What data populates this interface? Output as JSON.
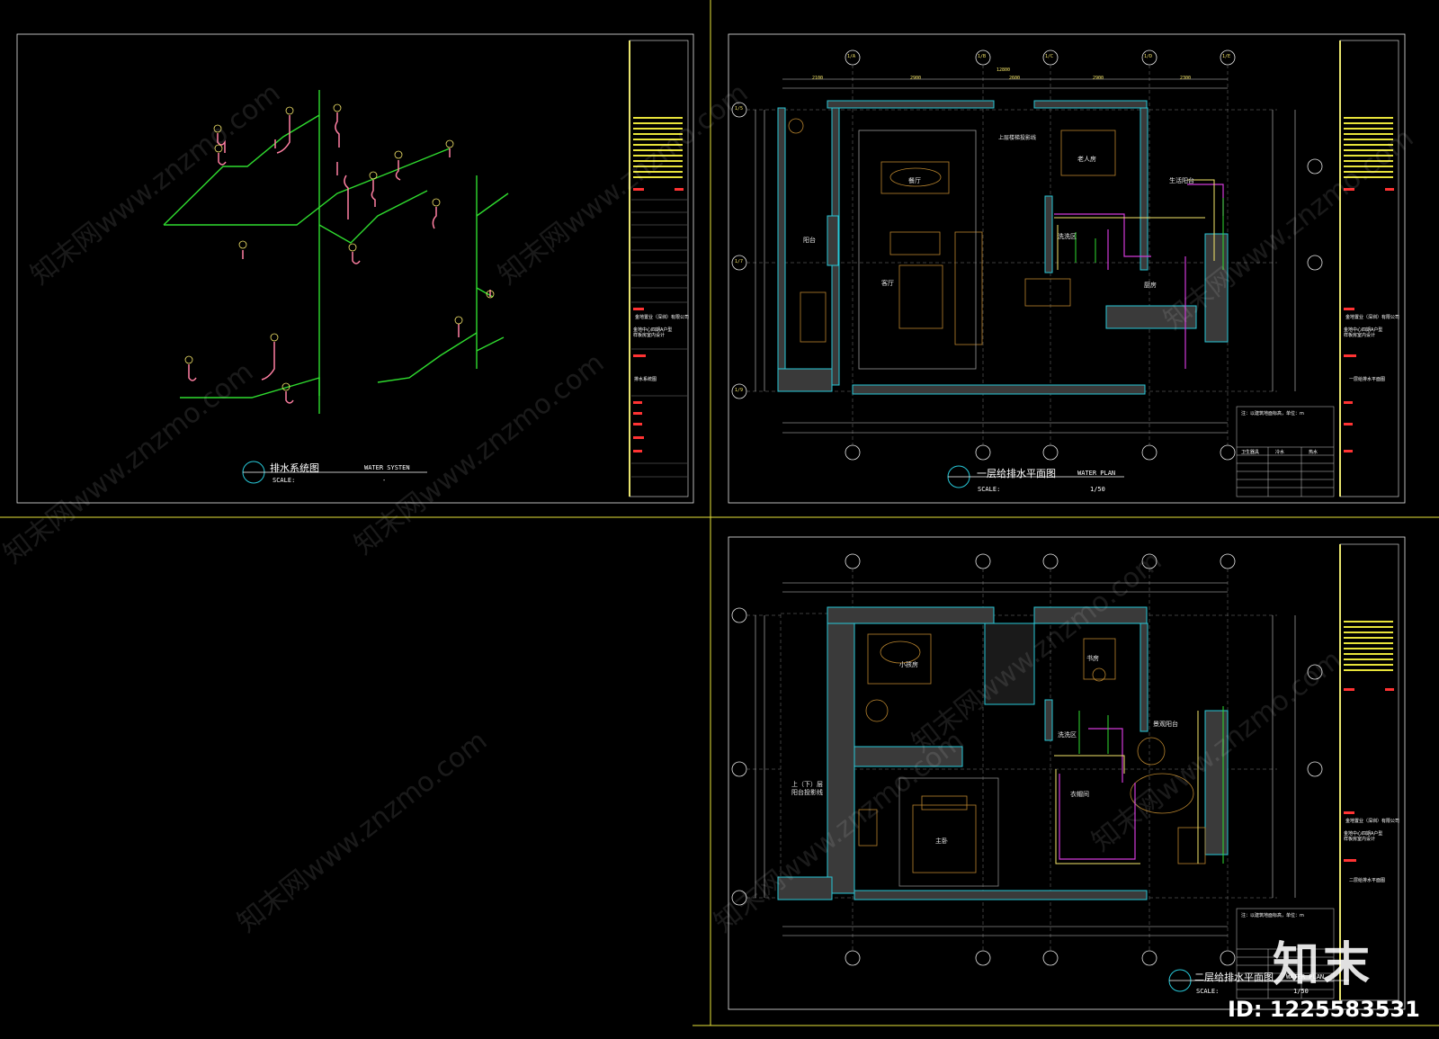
{
  "sheets": {
    "drainage_system": {
      "title_cn": "排水系统图",
      "title_en": "WATER SYSTEN",
      "scale_label": "SCALE:",
      "scale_value": "-",
      "titleblock_drawing_name": "排水系统图"
    },
    "first_floor": {
      "title_cn": "一层给排水平面图",
      "title_en": "WATER PLAN",
      "scale_label": "SCALE:",
      "scale_value": "1/50",
      "titleblock_drawing_name": "一层给排水平面图",
      "rooms": {
        "dining": "餐厅",
        "living": "客厅",
        "elder_room": "老人房",
        "kitchen": "厨房",
        "balcony": "阳台",
        "wash_area": "洗洗区",
        "service_balcony": "生活阳台",
        "upper_stair": "上层楼梯投影线"
      },
      "axis_top": [
        "1/A",
        "1/B",
        "1/C",
        "1/D",
        "1/E"
      ],
      "axis_left": [
        "1/5",
        "1/7",
        "1/9"
      ],
      "dims_top": [
        "2100",
        "2900",
        "2600",
        "2900",
        "2300"
      ],
      "dims_total": "12800"
    },
    "second_floor": {
      "title_cn": "二层给排水平面图",
      "title_en": "WATER PLAN",
      "scale_label": "SCALE:",
      "scale_value": "1/50",
      "titleblock_drawing_name": "二层给排水平面图",
      "rooms": {
        "small_bedroom": "小孩房",
        "study": "书房",
        "master": "主卧",
        "cloakroom": "衣帽间",
        "wash_area": "洗洗区",
        "balcony": "景观阳台",
        "upper_floor_note": "上（下）层\n阳台投影线"
      }
    }
  },
  "titleblock": {
    "company": "金地置业（深圳）有限公司",
    "project": "金地中心四期A户型\n样板房室内设计"
  },
  "notes": {
    "header": "注：以建筑地面标高，单位：m",
    "table_header": [
      "卫生器具",
      "冷水",
      "热水"
    ]
  },
  "watermark": {
    "text": "知末网www.znzmo.com"
  },
  "brand": {
    "logo": "知末",
    "id": "ID: 1225583531"
  },
  "colors": {
    "frame": "#e8e33a",
    "pipe_green": "#2fdc2f",
    "pipe_pink": "#ff7fa2",
    "wall_cyan": "#27c8d8",
    "wall_fill": "#3a3a3a",
    "pipe_magenta": "#d13ad8",
    "furniture": "#b8842e"
  }
}
